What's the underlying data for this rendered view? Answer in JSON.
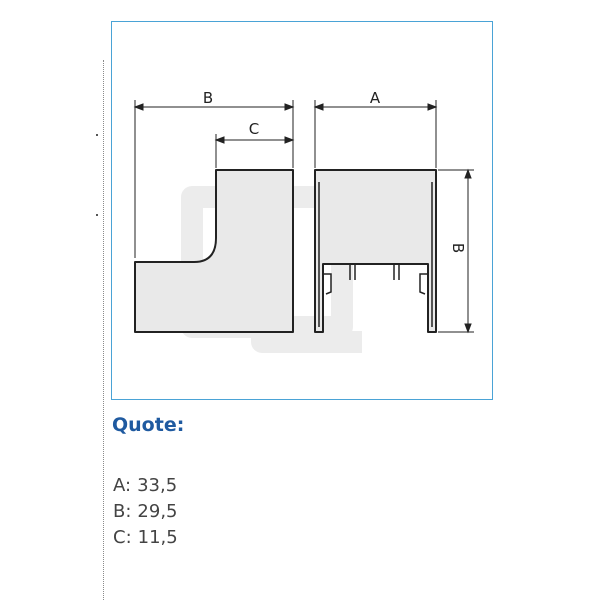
{
  "diagram": {
    "dimension_labels": {
      "left_top": "B",
      "left_inner": "C",
      "right_top": "A",
      "right_side": "B"
    },
    "accent_color": "#4aa3d6"
  },
  "quotes": {
    "heading": "Quote:",
    "heading_color": "#1f5aa0",
    "items": [
      {
        "key": "A:",
        "value": "33,5"
      },
      {
        "key": "B:",
        "value": "29,5"
      },
      {
        "key": "C:",
        "value": "11,5"
      }
    ]
  }
}
